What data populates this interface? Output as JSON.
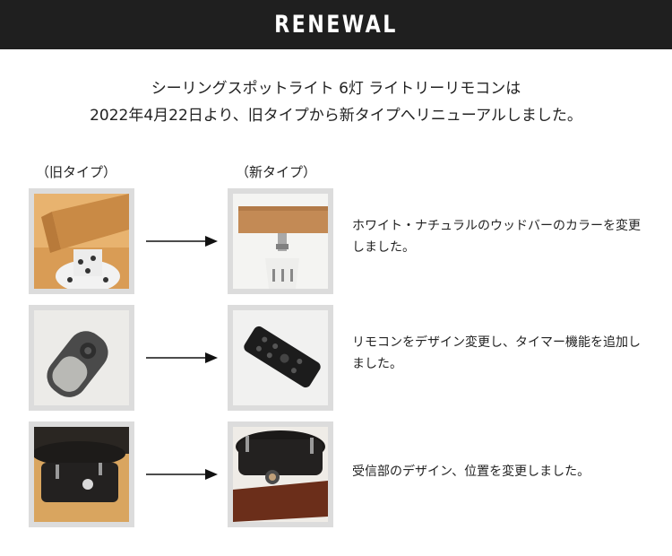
{
  "header": {
    "title": "RENEWAL"
  },
  "intro": {
    "line1": "シーリングスポットライト 6灯 ライトリーリモコンは",
    "line2": "2022年4月22日より、旧タイプから新タイプへリニューアルしました。"
  },
  "columns": {
    "old_label": "（旧タイプ）",
    "new_label": "（新タイプ）"
  },
  "rows": [
    {
      "description": "ホワイト・ナチュラルのウッドバーのカラーを変更しました。"
    },
    {
      "description": "リモコンをデザイン変更し、タイマー機能を追加しました。"
    },
    {
      "description": "受信部のデザイン、位置を変更しました。"
    }
  ],
  "colors": {
    "header_bg": "#1f1f1f",
    "frame_bg": "#dcdcdc",
    "text": "#222222"
  }
}
